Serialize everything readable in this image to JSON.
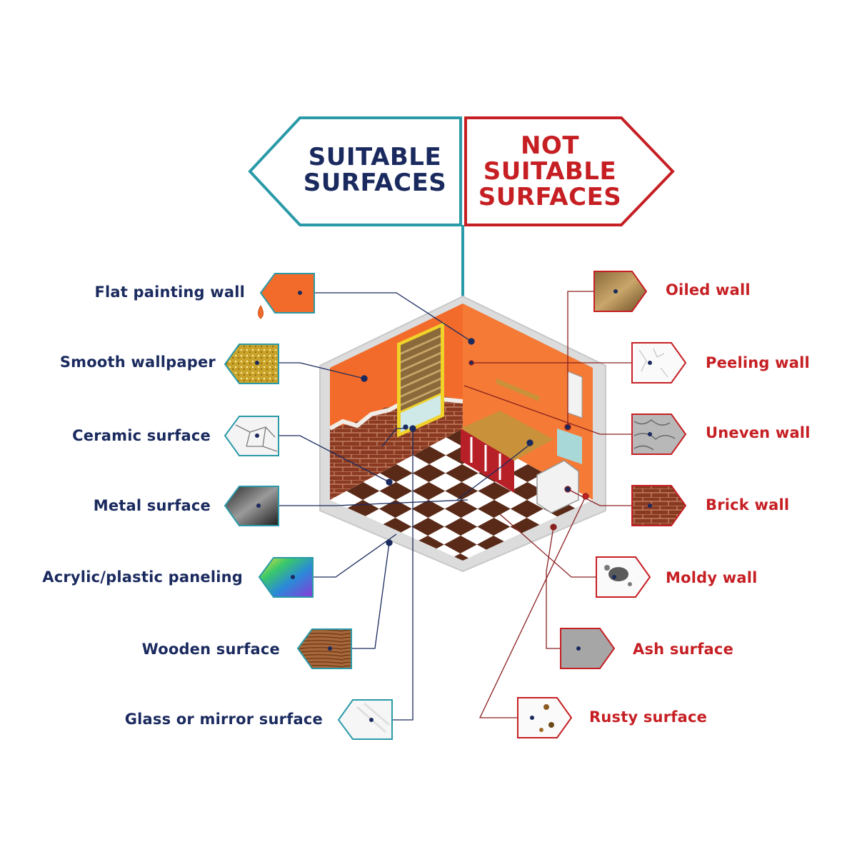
{
  "header": {
    "suitable": [
      "SUITABLE",
      "SURFACES"
    ],
    "not_suitable": [
      "NOT",
      "SUITABLE",
      "SURFACES"
    ]
  },
  "colors": {
    "suitable": "#1a2a5e",
    "suitable_outline": "#2a9aa8",
    "not_suitable": "#c61f23",
    "wall": "#f26b2a",
    "floor_dark": "#5a2a18",
    "floor_light": "#ffffff"
  },
  "suitable": [
    {
      "label": "Flat painting wall",
      "icon": "orange-paint-swatch-icon"
    },
    {
      "label": "Smooth wallpaper",
      "icon": "gold-glitter-wallpaper-swatch-icon"
    },
    {
      "label": "Ceramic surface",
      "icon": "cracked-ceramic-swatch-icon"
    },
    {
      "label": "Metal surface",
      "icon": "brushed-metal-swatch-icon"
    },
    {
      "label": "Acrylic/plastic paneling",
      "icon": "iridescent-acrylic-swatch-icon"
    },
    {
      "label": "Wooden surface",
      "icon": "wood-grain-swatch-icon"
    },
    {
      "label": "Glass or mirror surface",
      "icon": "glass-swatch-icon"
    }
  ],
  "not_suitable": [
    {
      "label": "Oiled wall",
      "icon": "oiled-wood-swatch-icon"
    },
    {
      "label": "Peeling wall",
      "icon": "peeling-paint-swatch-icon"
    },
    {
      "label": "Uneven wall",
      "icon": "uneven-stone-swatch-icon"
    },
    {
      "label": "Brick wall",
      "icon": "brick-swatch-icon"
    },
    {
      "label": "Moldy wall",
      "icon": "mold-stain-swatch-icon"
    },
    {
      "label": "Ash surface",
      "icon": "grey-ash-swatch-icon"
    },
    {
      "label": "Rusty surface",
      "icon": "rust-spots-swatch-icon"
    }
  ]
}
